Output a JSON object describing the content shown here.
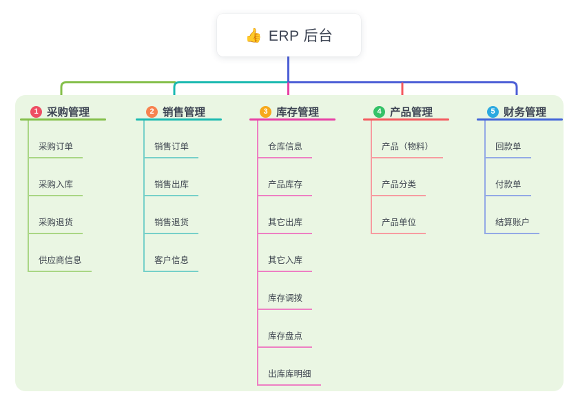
{
  "root": {
    "icon": "thumbs-up",
    "icon_glyph": "👍",
    "label": "ERP 后台"
  },
  "connector_color": "#4c5ed6",
  "panel_color": "#eaf6e3",
  "branches": [
    {
      "number": "1",
      "title": "采购管理",
      "badge_color": "#ee4e63",
      "line_color": "#84bf4a",
      "child_line_color": "#a9d684",
      "children": [
        "采购订单",
        "采购入库",
        "采购退货",
        "供应商信息"
      ]
    },
    {
      "number": "2",
      "title": "销售管理",
      "badge_color": "#f7824f",
      "line_color": "#1ab9b0",
      "child_line_color": "#76d0c9",
      "children": [
        "销售订单",
        "销售出库",
        "销售退货",
        "客户信息"
      ]
    },
    {
      "number": "3",
      "title": "库存管理",
      "badge_color": "#f7a81b",
      "line_color": "#e83fa5",
      "child_line_color": "#ee7fc3",
      "children": [
        "仓库信息",
        "产品库存",
        "其它出库",
        "其它入库",
        "库存调拨",
        "库存盘点",
        "出库库明细"
      ]
    },
    {
      "number": "4",
      "title": "产品管理",
      "badge_color": "#35c268",
      "line_color": "#f4595e",
      "child_line_color": "#f79ba0",
      "children": [
        "产品（物料）",
        "产品分类",
        "产品单位"
      ]
    },
    {
      "number": "5",
      "title": "财务管理",
      "badge_color": "#2ca9e0",
      "line_color": "#4163d8",
      "child_line_color": "#93a9e6",
      "children": [
        "回款单",
        "付款单",
        "结算账户"
      ]
    }
  ]
}
